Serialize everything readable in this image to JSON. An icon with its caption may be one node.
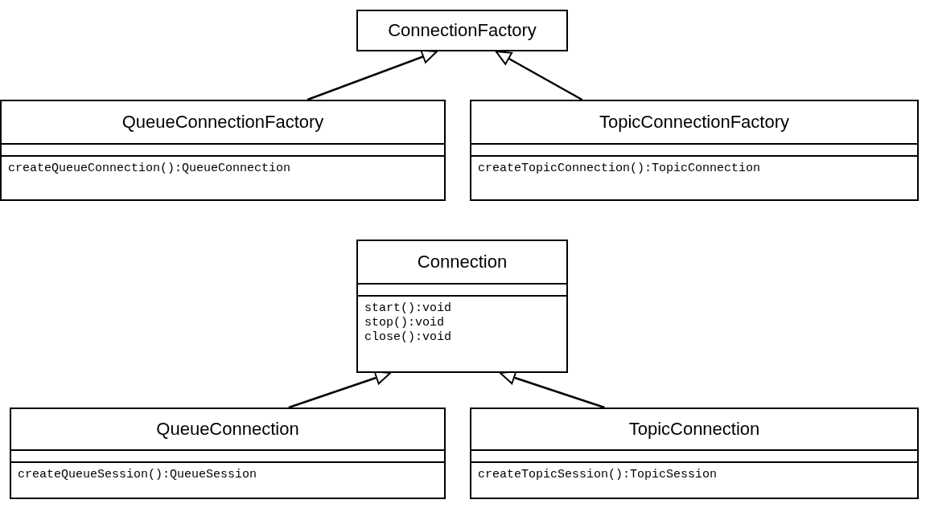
{
  "diagram": {
    "nodes": [
      {
        "text": [
          "ConnectionFactory"
        ]
      },
      {
        "text": [
          "QueueConnectionFactory",
          "createQueueConnection():QueueConnection"
        ]
      },
      {
        "text": [
          "TopicConnectionFactory",
          "createTopicConnection():TopicConnection"
        ]
      },
      {
        "text": [
          "Connection",
          "start():void",
          "stop():void",
          "close():void"
        ]
      },
      {
        "text": [
          "QueueConnection",
          "createQueueSession():QueueSession"
        ]
      },
      {
        "text": [
          "TopicConnection",
          "createTopicSession():TopicSession"
        ]
      }
    ],
    "edges": [
      {
        "from": 1,
        "to": 0,
        "arrow": "to"
      },
      {
        "from": 2,
        "to": 0,
        "arrow": "to"
      },
      {
        "from": 4,
        "to": 3,
        "arrow": "to"
      },
      {
        "from": 5,
        "to": 3,
        "arrow": "to"
      }
    ]
  }
}
